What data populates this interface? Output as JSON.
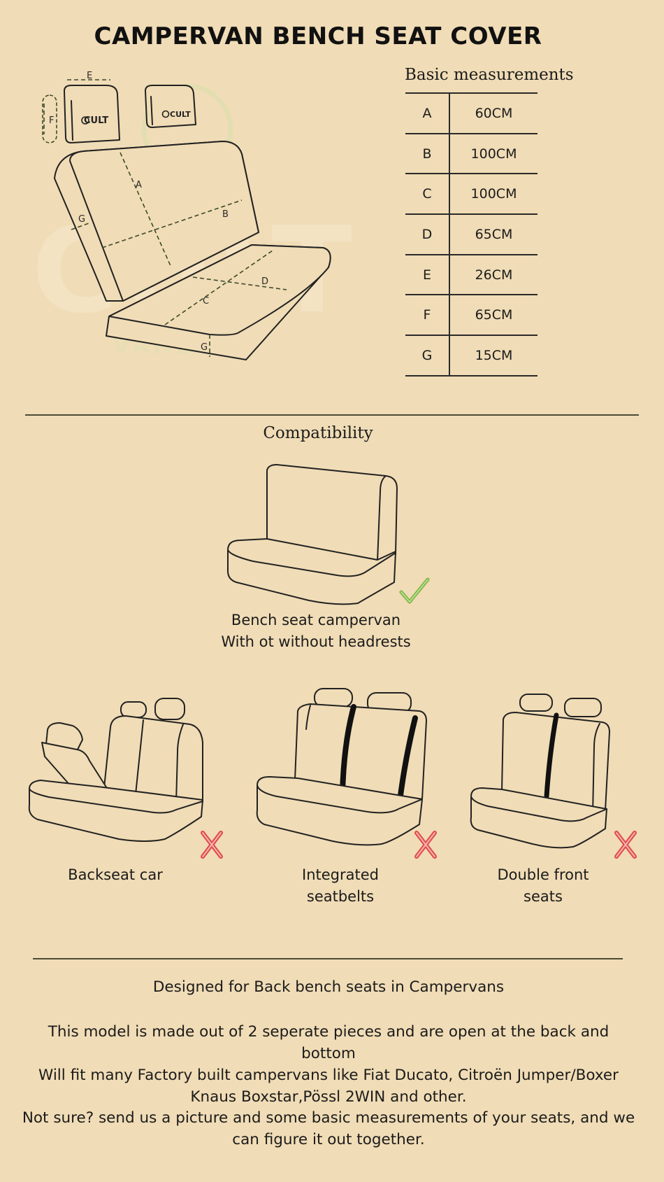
{
  "title": "CAMPERVAN BENCH SEAT COVER",
  "measurements": {
    "heading": "Basic measurements",
    "rows": [
      {
        "key": "A",
        "value": "60CM"
      },
      {
        "key": "B",
        "value": "100CM"
      },
      {
        "key": "C",
        "value": "100CM"
      },
      {
        "key": "D",
        "value": "65CM"
      },
      {
        "key": "E",
        "value": "26CM"
      },
      {
        "key": "F",
        "value": "65CM"
      },
      {
        "key": "G",
        "value": "15CM"
      }
    ]
  },
  "diagram": {
    "labels": {
      "a": "A",
      "b": "B",
      "c": "C",
      "d": "D",
      "e": "E",
      "f": "F",
      "g1": "G",
      "g2": "G"
    },
    "headrest_logo": "CULT",
    "watermark": {
      "main": "CULT",
      "sub": "VANLIFE"
    }
  },
  "compatibility": {
    "heading": "Compatibility",
    "supported": {
      "line1": "Bench seat campervan",
      "line2": "With ot without headrests",
      "icon": "check-icon",
      "color": "#7cb342"
    },
    "unsupported": [
      {
        "line1": "Backseat car",
        "line2": "",
        "icon": "cross-icon"
      },
      {
        "line1": "Integrated",
        "line2": "seatbelts",
        "icon": "cross-icon"
      },
      {
        "line1": "Double front",
        "line2": "seats",
        "icon": "cross-icon"
      }
    ],
    "cross_color": "#e04b4b"
  },
  "description": {
    "headline": "Designed for Back bench seats in Campervans",
    "paragraph": [
      "This model is made out of 2 seperate pieces and are open at the back and bottom",
      "Will fit many Factory built campervans like Fiat Ducato, Citroën Jumper/Boxer",
      "Knaus Boxstar,Pössl 2WIN and other."
    ],
    "note": [
      "Not sure? send us a picture and some basic measurements of your seats, and we",
      "can figure it out together."
    ]
  },
  "colors": {
    "background": "#f0dcb6",
    "rule": "#4b4b35",
    "ink": "#1b1b1b"
  }
}
